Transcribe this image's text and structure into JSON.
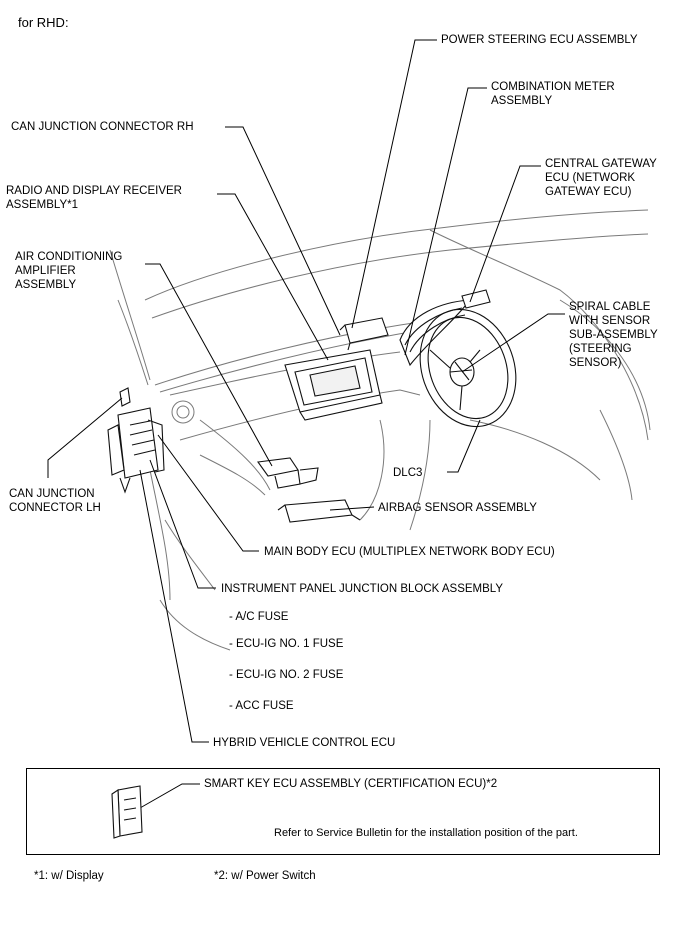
{
  "header": "for RHD:",
  "labels": {
    "power_steering_ecu": "POWER STEERING ECU ASSEMBLY",
    "combination_meter": "COMBINATION METER\nASSEMBLY",
    "can_junction_rh": "CAN JUNCTION CONNECTOR RH",
    "central_gateway": "CENTRAL GATEWAY\nECU (NETWORK\nGATEWAY ECU)",
    "radio_display": "RADIO AND DISPLAY RECEIVER\nASSEMBLY*1",
    "air_conditioning": "AIR CONDITIONING\nAMPLIFIER\nASSEMBLY",
    "spiral_cable": "SPIRAL CABLE\nWITH SENSOR\nSUB-ASSEMBLY\n(STEERING\nSENSOR)",
    "dlc3": "DLC3",
    "can_junction_lh": "CAN JUNCTION\nCONNECTOR LH",
    "airbag_sensor": "AIRBAG SENSOR ASSEMBLY",
    "main_body_ecu": "MAIN BODY ECU (MULTIPLEX NETWORK BODY ECU)",
    "ip_junction_block": "INSTRUMENT PANEL JUNCTION BLOCK ASSEMBLY",
    "ac_fuse": "- A/C FUSE",
    "ecu_ig1_fuse": "- ECU-IG NO. 1 FUSE",
    "ecu_ig2_fuse": "- ECU-IG NO. 2 FUSE",
    "acc_fuse": "- ACC FUSE",
    "hybrid_ecu": "HYBRID VEHICLE CONTROL ECU"
  },
  "box": {
    "smart_key": "SMART KEY ECU ASSEMBLY (CERTIFICATION ECU)*2",
    "note": "Refer to Service Bulletin for the installation position of the part."
  },
  "footnotes": {
    "note1": "*1: w/ Display",
    "note2": "*2: w/ Power Switch"
  }
}
